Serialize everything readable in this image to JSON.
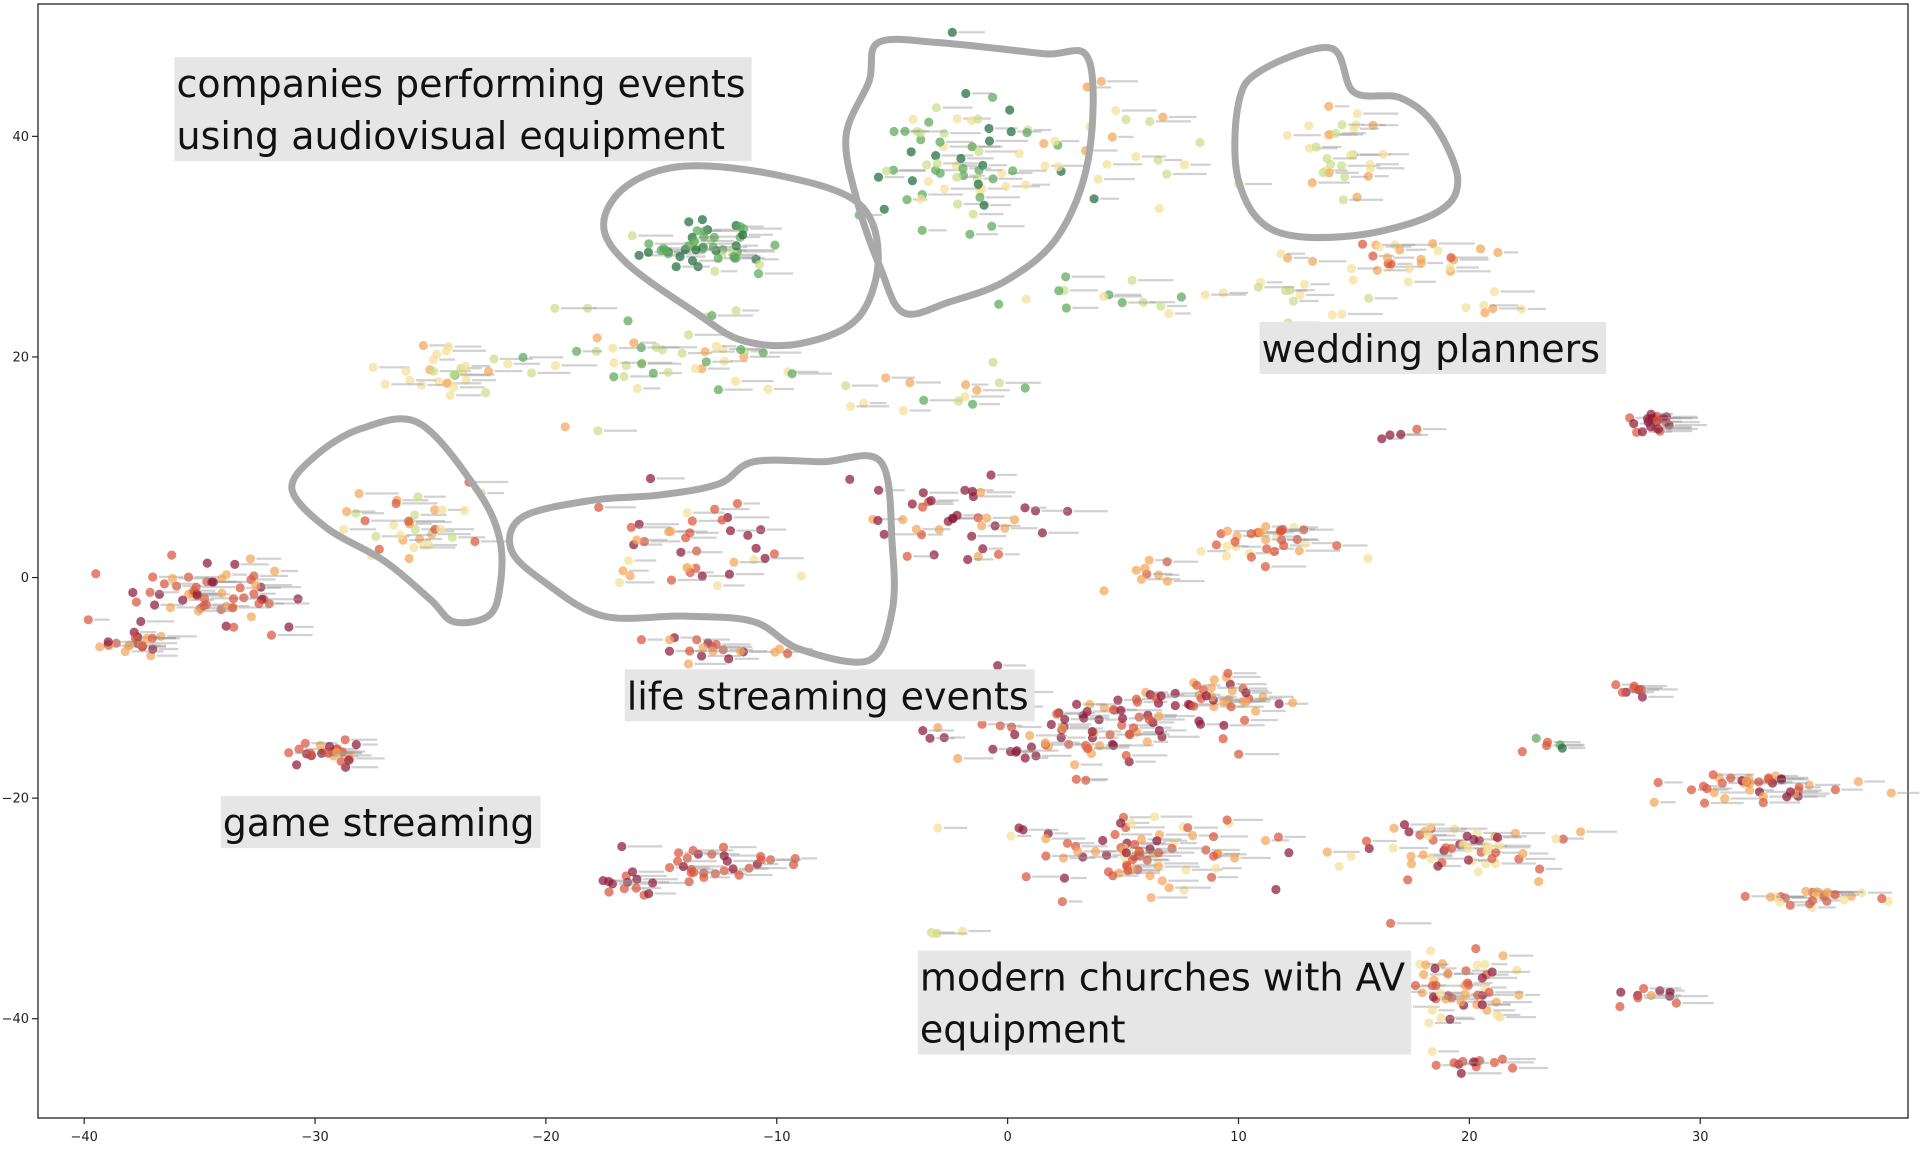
{
  "chart_data": {
    "type": "scatter",
    "title": "",
    "xlabel": "",
    "ylabel": "",
    "xlim": [
      -42,
      39
    ],
    "ylim": [
      -49,
      52
    ],
    "x_ticks": [
      -40,
      -30,
      -20,
      -10,
      0,
      10,
      20,
      30
    ],
    "y_ticks": [
      -40,
      -20,
      0,
      20,
      40
    ],
    "x_tick_labels": [
      "−40",
      "−30",
      "−20",
      "−10",
      "0",
      "10",
      "20",
      "30"
    ],
    "y_tick_labels": [
      "−40",
      "−20",
      "0",
      "20",
      "40"
    ],
    "grid": false,
    "legend": "none",
    "colormap": [
      "#1e6b3a",
      "#5aa85a",
      "#c9de8a",
      "#f4e19a",
      "#f2a65a",
      "#d9563f",
      "#8e1b3a"
    ],
    "annotations": [
      {
        "lines": [
          "companies performing events",
          "using audiovisual equipment"
        ],
        "x": -36,
        "y": 47
      },
      {
        "lines": [
          "wedding planners"
        ],
        "x": 11,
        "y": 23
      },
      {
        "lines": [
          "life streaming events"
        ],
        "x": -16.5,
        "y": -8.5
      },
      {
        "lines": [
          "game streaming"
        ],
        "x": -34,
        "y": -20
      },
      {
        "lines": [
          "modern churches with AV",
          "equipment"
        ],
        "x": -3.8,
        "y": -34
      }
    ],
    "lassos": [
      {
        "points": [
          [
            -17.5,
            32
          ],
          [
            -16.5,
            35.5
          ],
          [
            -14,
            37.3
          ],
          [
            -10,
            36.5
          ],
          [
            -6.5,
            34
          ],
          [
            -5.6,
            29
          ],
          [
            -6.5,
            23.5
          ],
          [
            -9,
            21.2
          ],
          [
            -11.5,
            21.5
          ],
          [
            -13.5,
            24
          ],
          [
            -16.5,
            28.5
          ]
        ]
      },
      {
        "points": [
          [
            -6,
            45
          ],
          [
            -5.6,
            48.5
          ],
          [
            -3,
            48.5
          ],
          [
            1.5,
            47.5
          ],
          [
            3.5,
            47
          ],
          [
            3.5,
            38
          ],
          [
            2.2,
            31
          ],
          [
            0,
            27
          ],
          [
            -2.5,
            25
          ],
          [
            -4.5,
            24
          ],
          [
            -5.5,
            28
          ],
          [
            -6.5,
            34
          ],
          [
            -7,
            40
          ]
        ]
      },
      {
        "points": [
          [
            14,
            48
          ],
          [
            11,
            46
          ],
          [
            10,
            43
          ],
          [
            10,
            36
          ],
          [
            11.5,
            31.5
          ],
          [
            15,
            31
          ],
          [
            18.5,
            33
          ],
          [
            19.5,
            36
          ],
          [
            18.5,
            41
          ],
          [
            17,
            43.5
          ],
          [
            15,
            44
          ]
        ]
      },
      {
        "points": [
          [
            -25.5,
            14
          ],
          [
            -28,
            13.5
          ],
          [
            -30,
            11
          ],
          [
            -31,
            8
          ],
          [
            -29.5,
            4.5
          ],
          [
            -27,
            1.5
          ],
          [
            -25,
            -2
          ],
          [
            -24,
            -4
          ],
          [
            -22.5,
            -3.5
          ],
          [
            -22,
            -1
          ],
          [
            -22,
            3.5
          ],
          [
            -23,
            8
          ]
        ]
      },
      {
        "points": [
          [
            -5.5,
            10.5
          ],
          [
            -8,
            10.5
          ],
          [
            -11,
            10.5
          ],
          [
            -12.5,
            8.5
          ],
          [
            -15,
            7.5
          ],
          [
            -18,
            7
          ],
          [
            -21,
            5.5
          ],
          [
            -21.5,
            2.5
          ],
          [
            -20,
            -0.5
          ],
          [
            -17.5,
            -3.5
          ],
          [
            -14,
            -3.5
          ],
          [
            -11,
            -4
          ],
          [
            -9,
            -6.5
          ],
          [
            -6,
            -7.5
          ],
          [
            -5,
            -3
          ],
          [
            -5,
            3
          ]
        ]
      }
    ],
    "clusters": [
      {
        "x": -13,
        "y": 30,
        "sx": 2.4,
        "sy": 2.5,
        "n": 50,
        "c": [
          0,
          0,
          1,
          1,
          2
        ]
      },
      {
        "x": -2,
        "y": 38,
        "sx": 3.2,
        "sy": 5,
        "n": 70,
        "c": [
          0,
          1,
          1,
          2,
          3
        ]
      },
      {
        "x": 5,
        "y": 40,
        "sx": 3.2,
        "sy": 4.5,
        "n": 22,
        "c": [
          2,
          3,
          3,
          4
        ]
      },
      {
        "x": 14.5,
        "y": 39,
        "sx": 2.2,
        "sy": 3.6,
        "n": 30,
        "c": [
          2,
          3,
          3,
          4
        ]
      },
      {
        "x": 16.5,
        "y": 29,
        "sx": 3.4,
        "sy": 2,
        "n": 28,
        "c": [
          3,
          4,
          4,
          5
        ]
      },
      {
        "x": 21,
        "y": 24.5,
        "sx": 1.2,
        "sy": 0.8,
        "n": 5,
        "c": [
          3,
          4
        ]
      },
      {
        "x": -16,
        "y": 20.5,
        "sx": 5,
        "sy": 4,
        "n": 45,
        "c": [
          1,
          2,
          2,
          3,
          4
        ]
      },
      {
        "x": -24.5,
        "y": 19,
        "sx": 2.6,
        "sy": 2.5,
        "n": 25,
        "c": [
          2,
          3,
          3,
          4
        ]
      },
      {
        "x": -4,
        "y": 17,
        "sx": 6,
        "sy": 2.5,
        "n": 18,
        "c": [
          1,
          2,
          3,
          4
        ]
      },
      {
        "x": 4,
        "y": 25,
        "sx": 4,
        "sy": 2.5,
        "n": 14,
        "c": [
          1,
          2,
          3
        ]
      },
      {
        "x": 12,
        "y": 26,
        "sx": 4,
        "sy": 2,
        "n": 14,
        "c": [
          2,
          3,
          3
        ]
      },
      {
        "x": -26,
        "y": 5,
        "sx": 2.2,
        "sy": 3,
        "n": 35,
        "c": [
          3,
          4,
          5,
          2
        ]
      },
      {
        "x": -13,
        "y": 3,
        "sx": 4.5,
        "sy": 3.6,
        "n": 40,
        "c": [
          3,
          4,
          5,
          5,
          6
        ]
      },
      {
        "x": -34.5,
        "y": -1.5,
        "sx": 3,
        "sy": 2.5,
        "n": 60,
        "c": [
          4,
          5,
          5,
          6
        ]
      },
      {
        "x": -38,
        "y": -6,
        "sx": 1.2,
        "sy": 1,
        "n": 20,
        "c": [
          4,
          5,
          6
        ]
      },
      {
        "x": -13,
        "y": -6.5,
        "sx": 3,
        "sy": 1,
        "n": 20,
        "c": [
          4,
          5,
          6
        ]
      },
      {
        "x": -29.5,
        "y": -16,
        "sx": 1.6,
        "sy": 1,
        "n": 25,
        "c": [
          4,
          5,
          5,
          6
        ]
      },
      {
        "x": -12,
        "y": -26,
        "sx": 3,
        "sy": 1.6,
        "n": 30,
        "c": [
          5,
          6,
          5
        ]
      },
      {
        "x": -16.5,
        "y": -28,
        "sx": 1.5,
        "sy": 1,
        "n": 12,
        "c": [
          5,
          6
        ]
      },
      {
        "x": -2,
        "y": 5,
        "sx": 3.5,
        "sy": 3,
        "n": 40,
        "c": [
          5,
          6,
          6,
          4
        ]
      },
      {
        "x": 12,
        "y": 3,
        "sx": 3,
        "sy": 1.5,
        "n": 35,
        "c": [
          3,
          4,
          5,
          5
        ]
      },
      {
        "x": 6,
        "y": 0,
        "sx": 1.5,
        "sy": 1,
        "n": 8,
        "c": [
          4,
          5
        ]
      },
      {
        "x": 28,
        "y": 14,
        "sx": 1,
        "sy": 0.8,
        "n": 20,
        "c": [
          5,
          6,
          6
        ]
      },
      {
        "x": 17,
        "y": 13,
        "sx": 0.8,
        "sy": 0.8,
        "n": 4,
        "c": [
          5,
          6
        ]
      },
      {
        "x": 3,
        "y": -14,
        "sx": 4.5,
        "sy": 3,
        "n": 80,
        "c": [
          4,
          5,
          5,
          6,
          6
        ]
      },
      {
        "x": 9,
        "y": -11,
        "sx": 3,
        "sy": 1.5,
        "n": 40,
        "c": [
          4,
          5,
          6
        ]
      },
      {
        "x": 6,
        "y": -25,
        "sx": 5,
        "sy": 3,
        "n": 80,
        "c": [
          3,
          4,
          5,
          5,
          6
        ]
      },
      {
        "x": 19,
        "y": -25,
        "sx": 4,
        "sy": 2,
        "n": 55,
        "c": [
          3,
          4,
          5,
          6
        ]
      },
      {
        "x": 19,
        "y": -37,
        "sx": 3,
        "sy": 3,
        "n": 60,
        "c": [
          3,
          4,
          5,
          6
        ]
      },
      {
        "x": 20,
        "y": -44,
        "sx": 1.3,
        "sy": 0.6,
        "n": 12,
        "c": [
          5,
          6
        ]
      },
      {
        "x": 33,
        "y": -19,
        "sx": 3.5,
        "sy": 1.3,
        "n": 40,
        "c": [
          4,
          5,
          6
        ]
      },
      {
        "x": 35,
        "y": -29,
        "sx": 2,
        "sy": 0.8,
        "n": 25,
        "c": [
          3,
          4,
          5
        ]
      },
      {
        "x": 27,
        "y": -10.5,
        "sx": 0.7,
        "sy": 1,
        "n": 8,
        "c": [
          5,
          6
        ]
      },
      {
        "x": 23,
        "y": -15,
        "sx": 1,
        "sy": 0.7,
        "n": 6,
        "c": [
          0,
          1,
          5
        ]
      },
      {
        "x": 28,
        "y": -38,
        "sx": 1.5,
        "sy": 1,
        "n": 10,
        "c": [
          4,
          5,
          6
        ]
      },
      {
        "x": -3,
        "y": -32,
        "sx": 1,
        "sy": 0.5,
        "n": 4,
        "c": [
          2,
          3
        ]
      }
    ]
  }
}
